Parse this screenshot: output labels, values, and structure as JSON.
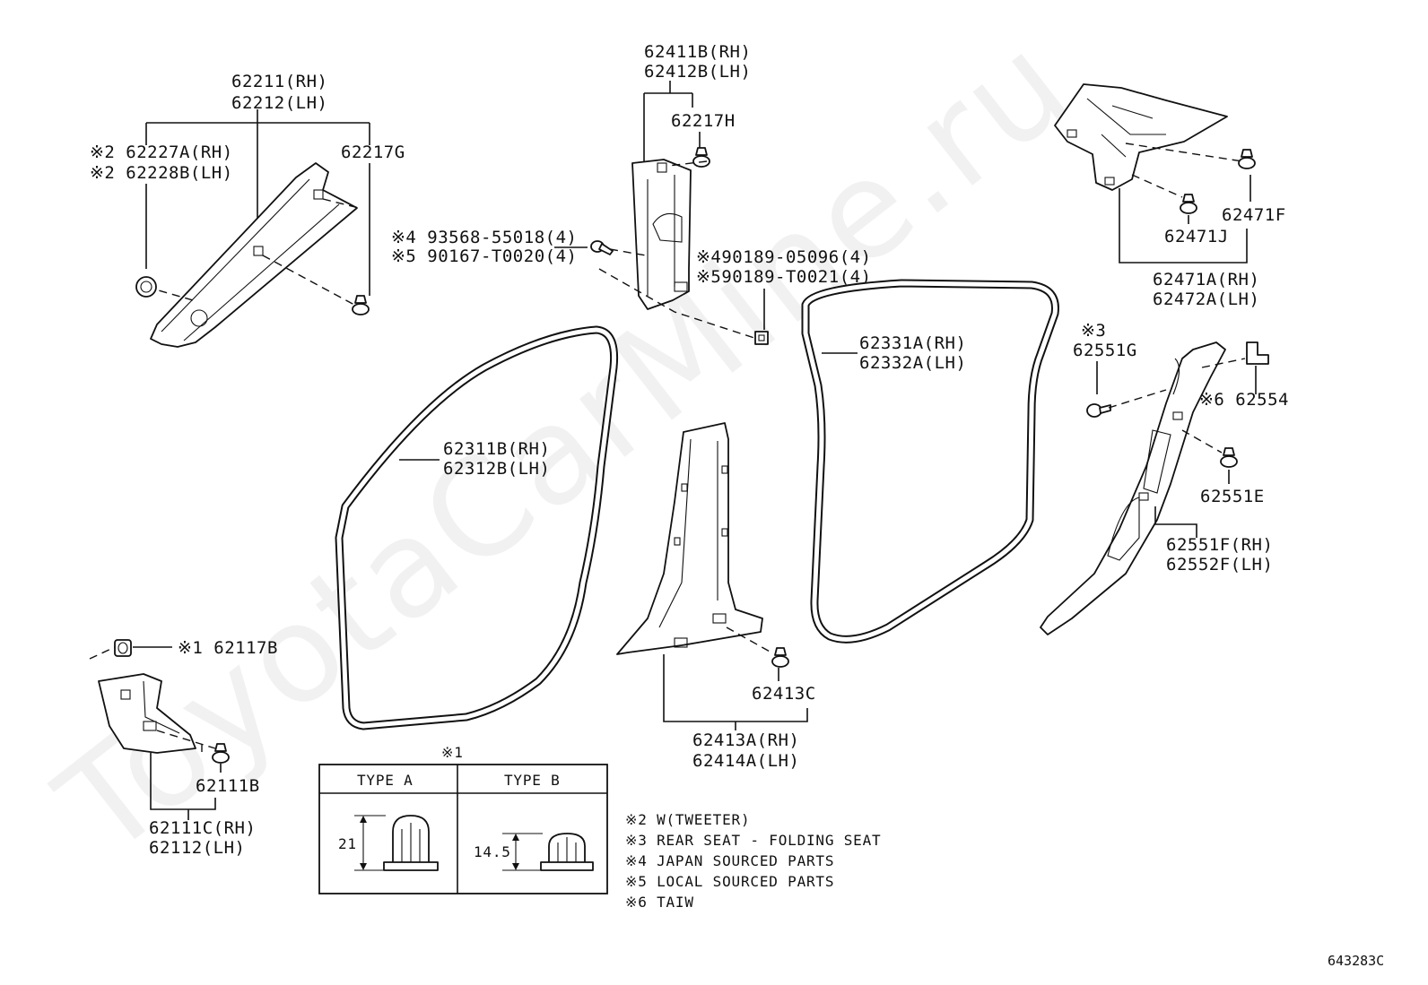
{
  "watermark": "ToyotaCarMine.ru",
  "diagram_code": "643283C",
  "parts": {
    "p62211": [
      "62211(RH)",
      "62212(LH)"
    ],
    "p62227": [
      "※2 62227A(RH)",
      "※2 62228B(LH)"
    ],
    "p62217G": "62217G",
    "p62411": [
      "62411B(RH)",
      "62412B(LH)"
    ],
    "p62217H": "62217H",
    "p93568": [
      "※4 93568-55018(4)",
      "※5 90167-T0020(4)"
    ],
    "p90189": [
      "※490189-05096(4)",
      "※590189-T0021(4)"
    ],
    "p62471F": "62471F",
    "p62471J": "62471J",
    "p62471A": [
      "62471A(RH)",
      "62472A(LH)"
    ],
    "p62331": [
      "62331A(RH)",
      "62332A(LH)"
    ],
    "p62551G": [
      "※3",
      "62551G"
    ],
    "p62554": "※6 62554",
    "p62311": [
      "62311B(RH)",
      "62312B(LH)"
    ],
    "p62551E": "62551E",
    "p62551F": [
      "62551F(RH)",
      "62552F(LH)"
    ],
    "p62117B": "※1 62117B",
    "p62413C": "62413C",
    "p62413A": [
      "62413A(RH)",
      "62414A(LH)"
    ],
    "p62111B": "62111B",
    "p62111C": [
      "62111C(RH)",
      "62112(LH)"
    ]
  },
  "type_table": {
    "ref": "※1",
    "type_a": "TYPE A",
    "type_b": "TYPE B",
    "dim_a": "21",
    "dim_b": "14.5"
  },
  "notes": [
    "※2 W(TWEETER)",
    "※3 REAR SEAT - FOLDING SEAT",
    "※4 JAPAN SOURCED PARTS",
    "※5 LOCAL SOURCED PARTS",
    "※6 TAIW"
  ]
}
